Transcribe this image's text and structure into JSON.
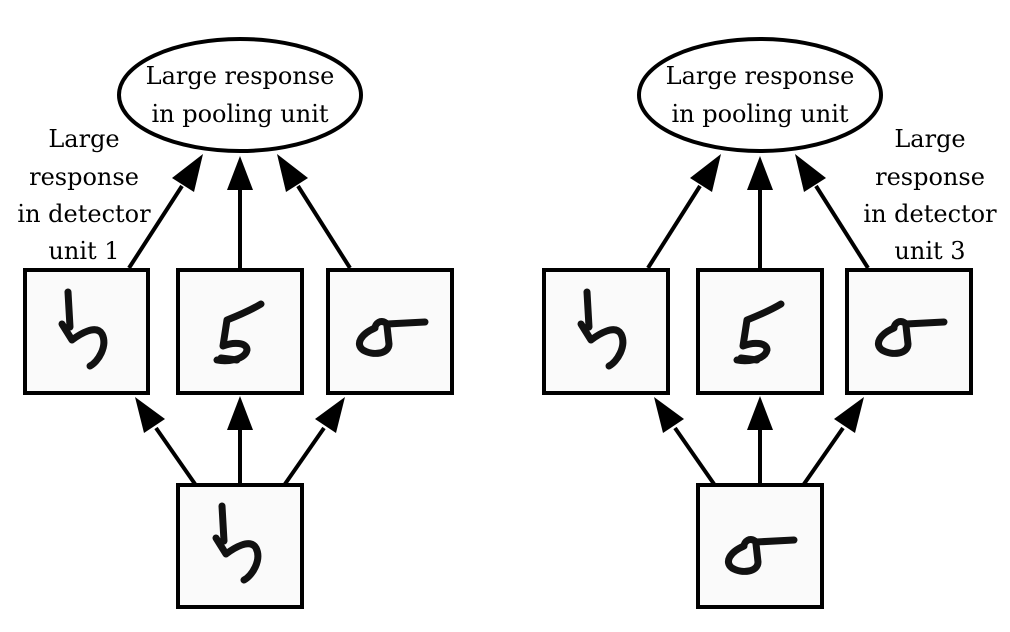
{
  "figure": {
    "panels": [
      {
        "pooling_unit": {
          "lines": [
            "Large response",
            "in pooling unit"
          ]
        },
        "annotation": {
          "lines": [
            "Large",
            "response",
            "in detector",
            "unit 1"
          ],
          "side": "left"
        },
        "detector_units": [
          {
            "digit": "5 (rotated, variant A)"
          },
          {
            "digit": "5 (upright)"
          },
          {
            "digit": "5 (rotated, variant B)"
          }
        ],
        "input": {
          "digit": "5 (rotated, variant A)"
        }
      },
      {
        "pooling_unit": {
          "lines": [
            "Large response",
            "in pooling unit"
          ]
        },
        "annotation": {
          "lines": [
            "Large",
            "response",
            "in detector",
            "unit 3"
          ],
          "side": "right"
        },
        "detector_units": [
          {
            "digit": "5 (rotated, variant A)"
          },
          {
            "digit": "5 (upright)"
          },
          {
            "digit": "5 (rotated, variant B)"
          }
        ],
        "input": {
          "digit": "5 (rotated, variant B)"
        }
      }
    ]
  }
}
